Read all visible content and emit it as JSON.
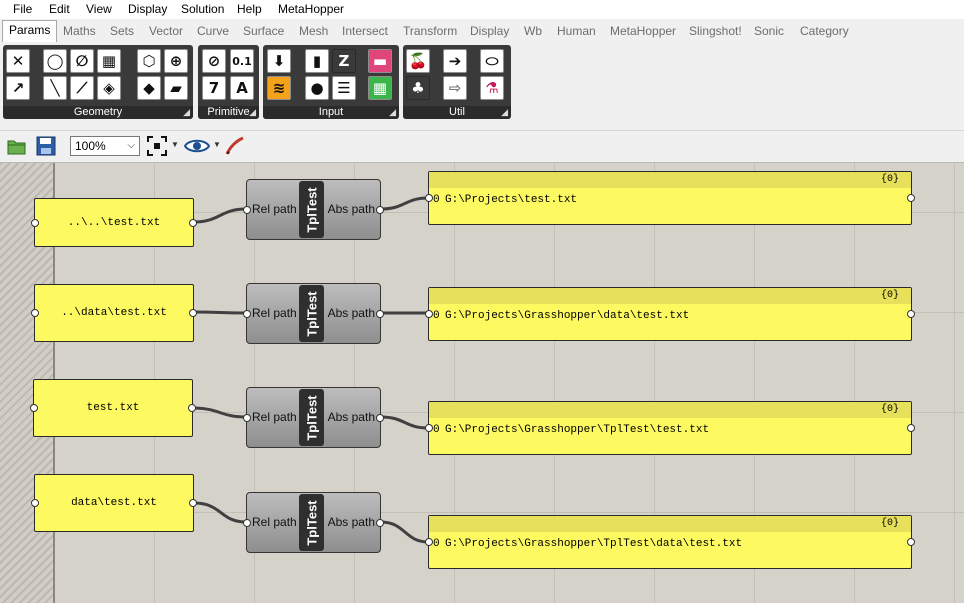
{
  "menu": [
    "File",
    "Edit",
    "View",
    "Display",
    "Solution",
    "Help",
    "MetaHopper"
  ],
  "tabs": [
    "Params",
    "Maths",
    "Sets",
    "Vector",
    "Curve",
    "Surface",
    "Mesh",
    "Intersect",
    "Transform",
    "Display",
    "Wb",
    "Human",
    "MetaHopper",
    "Slingshot!",
    "Sonic",
    "Category"
  ],
  "active_tab": "Params",
  "ribbon": {
    "geometry": {
      "label": "Geometry",
      "buttons": [
        "point-icon",
        "circle-icon",
        "curve-icon",
        "box-icon",
        "brep-icon",
        "vector-icon",
        "line-icon",
        "plane-icon",
        "surface-icon",
        "mesh-icon",
        "cone-icon",
        "field-icon"
      ]
    },
    "primitive": {
      "label": "Primitive",
      "glyphs": [
        "⊘",
        "0.1",
        "7",
        "A"
      ]
    },
    "input": {
      "label": "Input"
    },
    "util": {
      "label": "Util"
    }
  },
  "toolbar": {
    "zoom": "100%"
  },
  "accent": {
    "param_yellow": "#fdf960",
    "node_gray": "#9c9c9c",
    "canvas": "#d5d2ca"
  },
  "rows": [
    {
      "input": "..\\..\\test.txt",
      "component": "TplTest",
      "in_label": "Rel path",
      "out_label": "Abs path",
      "branch": "{0}",
      "index": "0",
      "output": "G:\\Projects\\test.txt"
    },
    {
      "input": "..\\data\\test.txt",
      "component": "TplTest",
      "in_label": "Rel path",
      "out_label": "Abs path",
      "branch": "{0}",
      "index": "0",
      "output": "G:\\Projects\\Grasshopper\\data\\test.txt"
    },
    {
      "input": "test.txt",
      "component": "TplTest",
      "in_label": "Rel path",
      "out_label": "Abs path",
      "branch": "{0}",
      "index": "0",
      "output": "G:\\Projects\\Grasshopper\\TplTest\\test.txt"
    },
    {
      "input": "data\\test.txt",
      "component": "TplTest",
      "in_label": "Rel path",
      "out_label": "Abs path",
      "branch": "{0}",
      "index": "0",
      "output": "G:\\Projects\\Grasshopper\\TplTest\\data\\test.txt"
    }
  ]
}
